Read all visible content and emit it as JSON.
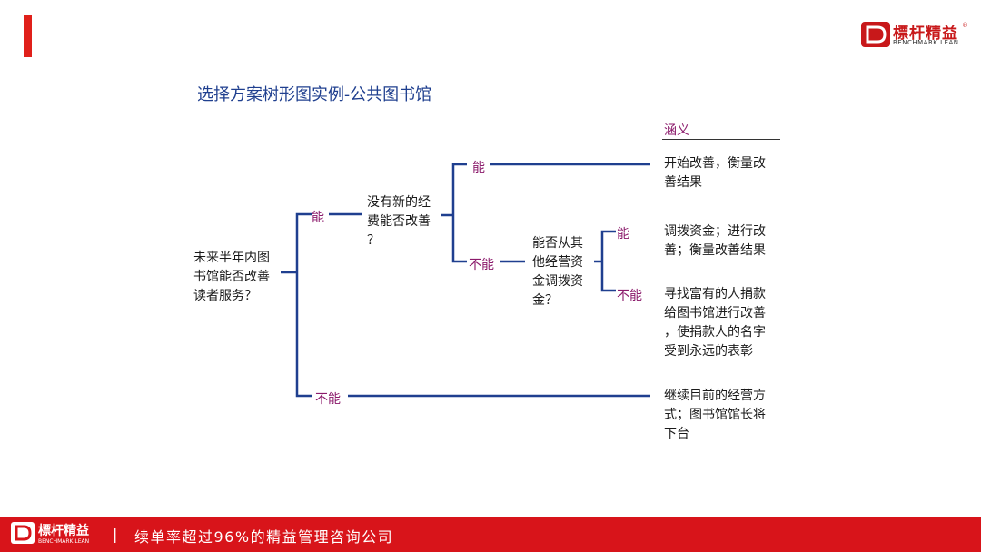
{
  "header": {
    "logo_cn": "標杆精益",
    "logo_en": "BENCHMARK LEAN",
    "logo_reg": "®"
  },
  "title": "选择方案树形图实例-公共图书馆",
  "meaning_header": "涵义",
  "tree": {
    "root": [
      "未来半年内图",
      "书馆能否改善",
      "读者服务？"
    ],
    "q2": [
      "没有新的经",
      "费能否改善",
      "？"
    ],
    "q3": [
      "能否从其",
      "他经营资",
      "金调拨资",
      "金？"
    ],
    "labels": {
      "root_yes": "能",
      "root_no": "不能",
      "q2_yes": "能",
      "q2_no": "不能",
      "q3_yes": "能",
      "q3_no": "不能"
    },
    "outcomes": {
      "o1": [
        "开始改善，衡量改",
        "善结果"
      ],
      "o2": [
        "调拨资金；进行改",
        "善；衡量改善结果"
      ],
      "o3": [
        "寻找富有的人捐款",
        "给图书馆进行改善",
        "，使捐款人的名字",
        "受到永远的表彰"
      ],
      "o4": [
        "继续目前的经营方",
        "式；图书馆馆长将",
        "下台"
      ]
    }
  },
  "footer": {
    "logo_cn": "標杆精益",
    "logo_en": "BENCHMARK LEAN",
    "separator": "|",
    "slogan": "续单率超过96%的精益管理咨询公司"
  },
  "colors": {
    "accent_red": "#e0201a",
    "line_blue": "#1f3f8f",
    "label_purple": "#8b1a6b"
  }
}
